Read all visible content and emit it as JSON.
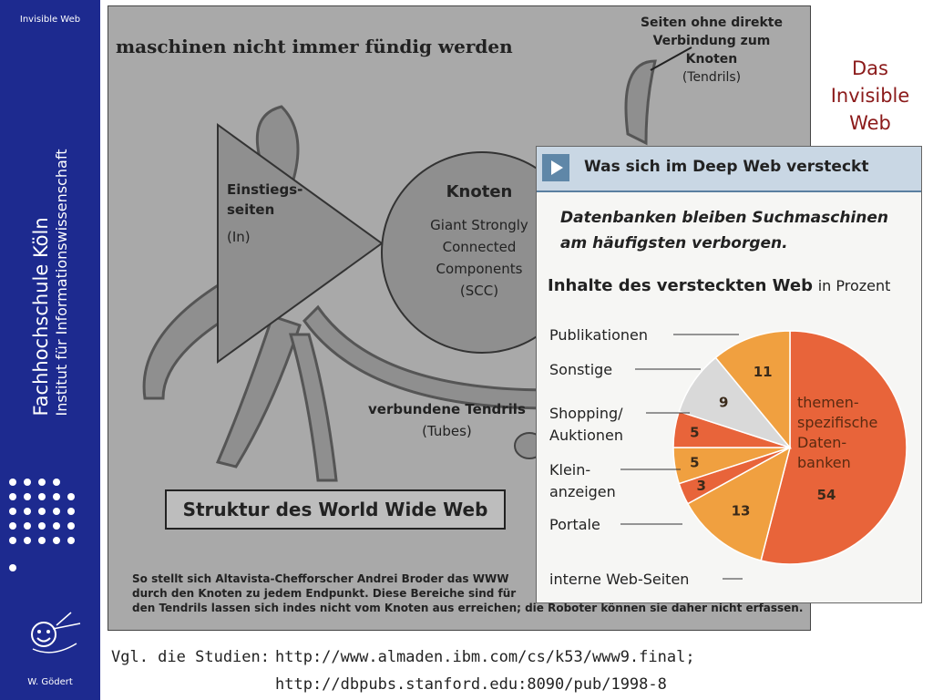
{
  "sidebar": {
    "top_label": "Invisible Web",
    "institution": "Fachhochschule Köln",
    "institute": "Institut für Informationswissenschaft",
    "author": "W. Gödert"
  },
  "page_title": "Das Invisible Web",
  "figure_left": {
    "title_fragment": "maschinen nicht immer fündig werden",
    "tendrils_label": [
      "Seiten ohne direkte",
      "Verbindung zum",
      "Knoten"
    ],
    "tendrils_sub": "(Tendrils)",
    "in_label": [
      "Einstiegs-",
      "seiten"
    ],
    "in_sub": "(In)",
    "core_title": "Knoten",
    "core_lines": [
      "Giant Strongly",
      "Connected",
      "Components",
      "(SCC)"
    ],
    "tubes_label": "verbundene Tendrils",
    "tubes_sub": "(Tubes)",
    "structure_box": "Struktur des World Wide Web",
    "caption_lines": [
      "So stellt sich Altavista-Chefforscher Andrei Broder das WWW",
      "durch den Knoten zu jedem Endpunkt. Diese Bereiche sind für",
      "den Tendrils lassen sich indes nicht vom Knoten aus erreichen; die Roboter können sie daher nicht erfassen."
    ]
  },
  "panel": {
    "header": "Was sich im Deep Web versteckt",
    "subhead_lines": [
      "Datenbanken bleiben Suchmaschinen",
      "am häufigsten verborgen."
    ],
    "chart_title": "Inhalte des versteckten Web",
    "chart_unit": "in Prozent"
  },
  "chart_data": {
    "type": "pie",
    "title": "Inhalte des versteckten Web",
    "unit": "in Prozent",
    "slices": [
      {
        "label": "themen-spezifische Daten-banken",
        "value": 54,
        "color": "#e8643a"
      },
      {
        "label": "interne Web-Seiten",
        "value": 13,
        "color": "#f0a040"
      },
      {
        "label": "Portale",
        "value": 3,
        "color": "#e8643a"
      },
      {
        "label": "Klein-anzeigen",
        "value": 5,
        "color": "#f0a040"
      },
      {
        "label": "Shopping/ Auktionen",
        "value": 5,
        "color": "#e8643a"
      },
      {
        "label": "Sonstige",
        "value": 9,
        "color": "#d9d9d9"
      },
      {
        "label": "Publikationen",
        "value": 11,
        "color": "#f0a040"
      }
    ],
    "legend_labels": [
      "Publikationen",
      "Sonstige",
      "Shopping/",
      "Auktionen",
      "Klein-",
      "anzeigen",
      "Portale",
      "interne Web-Seiten"
    ],
    "inner_label_lines": [
      "themen-",
      "spezifische",
      "Daten-",
      "banken"
    ]
  },
  "citation": {
    "label": "Vgl. die Studien:",
    "urls": [
      "http://www.almaden.ibm.com/cs/k53/www9.final;",
      "http://dbpubs.stanford.edu:8090/pub/1998-8"
    ]
  }
}
